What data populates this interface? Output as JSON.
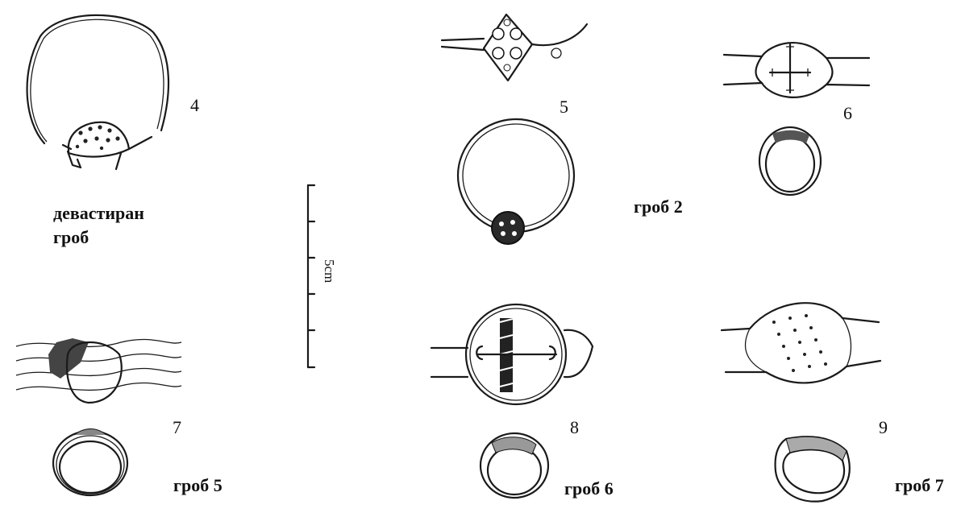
{
  "items": [
    {
      "number": "4",
      "grave": "девастиран гроб"
    },
    {
      "number": "5",
      "grave": "гроб 2"
    },
    {
      "number": "6",
      "grave": ""
    },
    {
      "number": "7",
      "grave": "гроб 5"
    },
    {
      "number": "8",
      "grave": "гроб 6"
    },
    {
      "number": "9",
      "grave": "гроб 7"
    }
  ],
  "grave_labels": {
    "devastated_line1": "девастиран",
    "devastated_line2": "гроб",
    "grave2": "гроб 2",
    "grave5": "гроб 5",
    "grave6": "гроб 6",
    "grave7": "гроб 7"
  },
  "scale_bar": {
    "label": "5cm"
  }
}
